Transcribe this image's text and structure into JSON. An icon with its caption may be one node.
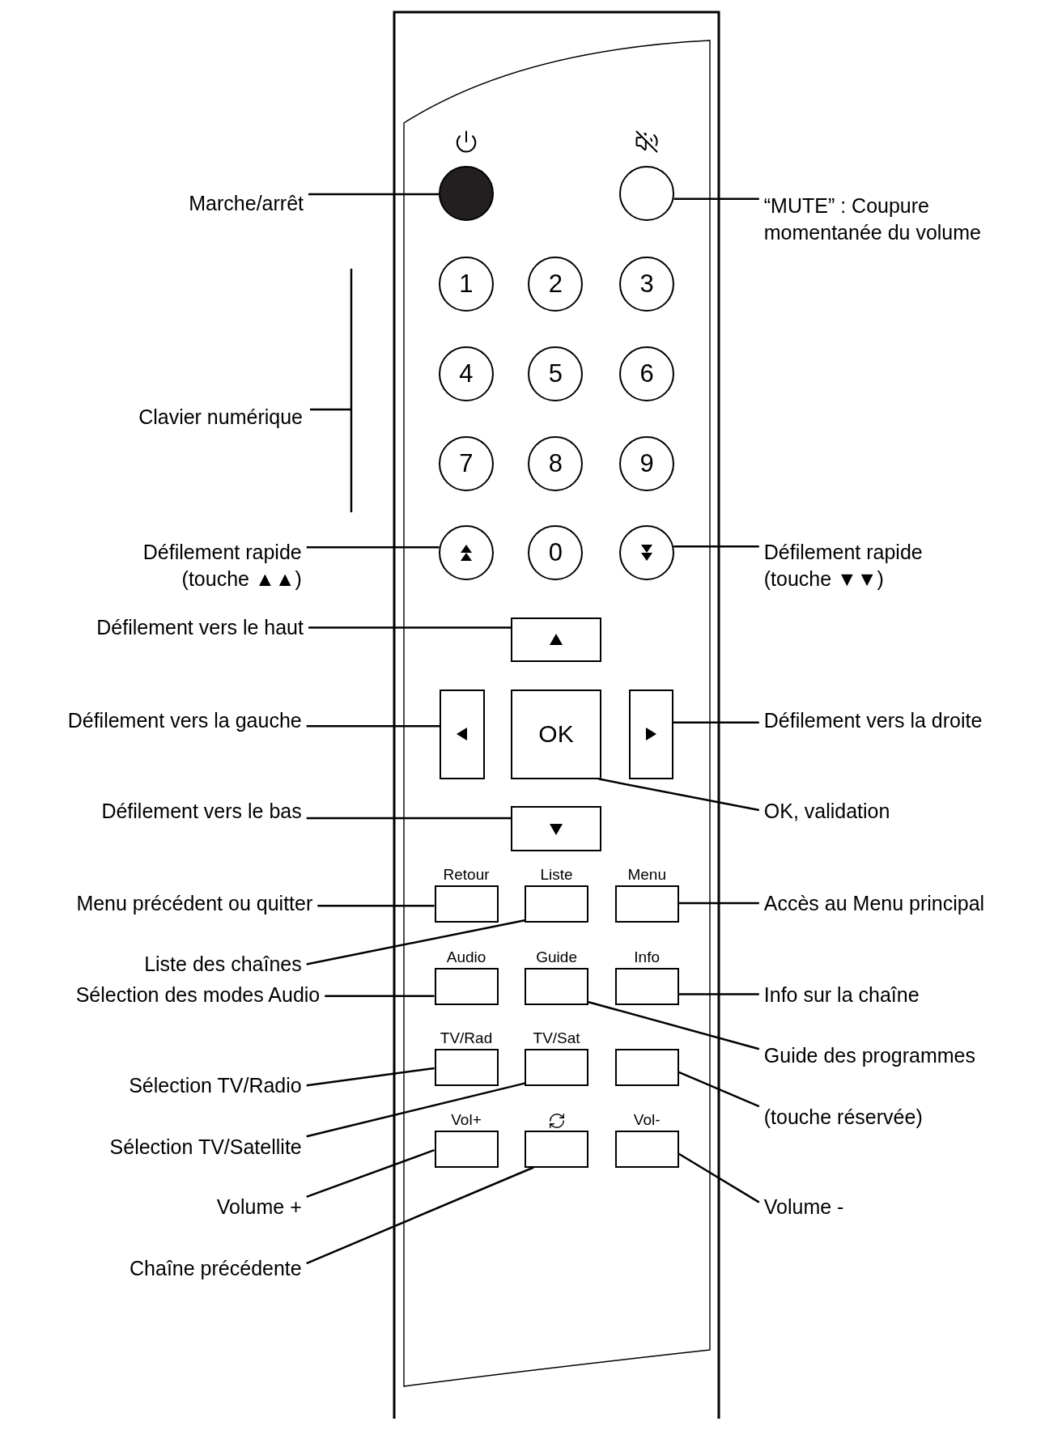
{
  "diagram": {
    "nodes": [
      {
        "text": [
          "Marche/arrêt"
        ]
      },
      {
        "text": [],
        "shape": "circle"
      },
      {
        "text": [],
        "shape": "circle"
      },
      {
        "text": [
          "“MUTE” : Coupure momentanée du volume"
        ]
      },
      {
        "text": [
          "1"
        ]
      },
      {
        "text": [
          "2"
        ]
      },
      {
        "text": [
          "3"
        ]
      },
      {
        "text": [
          "4"
        ]
      },
      {
        "text": [
          "5"
        ]
      },
      {
        "text": [
          "6"
        ]
      },
      {
        "text": [
          "7"
        ]
      },
      {
        "text": [
          "8"
        ]
      },
      {
        "text": [
          "9"
        ]
      },
      {
        "text": [
          "Défilement rapide (touche ▲▲)"
        ]
      },
      {
        "text": [],
        "shape": "circle"
      },
      {
        "text": [
          "0"
        ]
      },
      {
        "text": [],
        "shape": "circle"
      },
      {
        "text": [
          "Défilement rapide (touche ▼▼)"
        ]
      },
      {
        "text": [
          "Défilement vers le haut"
        ]
      },
      {
        "text": [],
        "shape": "box"
      },
      {
        "text": [
          "Défilement vers la gauche"
        ]
      },
      {
        "text": [],
        "shape": "box"
      },
      {
        "text": [
          "OK"
        ]
      },
      {
        "text": [],
        "shape": "box"
      },
      {
        "text": [
          "Défilement vers la droite"
        ]
      },
      {
        "text": [
          "Défilement vers le bas"
        ]
      },
      {
        "text": [],
        "shape": "box"
      },
      {
        "text": [
          "OK, validation"
        ]
      },
      {
        "text": [
          "Menu précédent ou quitter"
        ]
      },
      {
        "text": [
          "Retour"
        ]
      },
      {
        "text": [
          "Liste"
        ]
      },
      {
        "text": [
          "Menu"
        ]
      },
      {
        "text": [
          "Accès au Menu principal"
        ]
      },
      {
        "text": [
          "Liste des chaînes"
        ]
      },
      {
        "text": [
          "Sélection des modes Audio"
        ]
      },
      {
        "text": [
          "Audio"
        ]
      },
      {
        "text": [
          "Guide"
        ]
      },
      {
        "text": [
          "Info"
        ]
      },
      {
        "text": [
          "Info sur la chaîne"
        ]
      },
      {
        "text": [
          "Guide des programmes"
        ]
      },
      {
        "text": [
          "Sélection TV/Radio"
        ]
      },
      {
        "text": [
          "TV/Rad"
        ]
      },
      {
        "text": [
          "TV/Sat"
        ]
      },
      {
        "text": [],
        "shape": "box"
      },
      {
        "text": [
          "(touche réservée)"
        ]
      },
      {
        "text": [
          "Sélection TV/Satellite"
        ]
      },
      {
        "text": [
          "Vol+"
        ]
      },
      {
        "text": [],
        "shape": "box"
      },
      {
        "text": [
          "Vol-"
        ]
      },
      {
        "text": [
          "Volume +"
        ]
      },
      {
        "text": [
          "Volume -"
        ]
      },
      {
        "text": [
          "Chaîne précédente"
        ]
      }
    ],
    "edges": [
      {
        "from": 0,
        "to": 1,
        "arrow": "none"
      },
      {
        "from": 3,
        "to": 2,
        "arrow": "none"
      },
      {
        "from": 13,
        "to": 14,
        "arrow": "none"
      },
      {
        "from": 17,
        "to": 16,
        "arrow": "none"
      },
      {
        "from": 18,
        "to": 19,
        "arrow": "none"
      },
      {
        "from": 20,
        "to": 21,
        "arrow": "none"
      },
      {
        "from": 24,
        "to": 23,
        "arrow": "none"
      },
      {
        "from": 25,
        "to": 26,
        "arrow": "none"
      },
      {
        "from": 27,
        "to": 22,
        "arrow": "none"
      },
      {
        "from": 28,
        "to": 29,
        "arrow": "none"
      },
      {
        "from": 33,
        "to": 30,
        "arrow": "none"
      },
      {
        "from": 32,
        "to": 31,
        "arrow": "none"
      },
      {
        "from": 34,
        "to": 35,
        "arrow": "none"
      },
      {
        "from": 38,
        "to": 37,
        "arrow": "none"
      },
      {
        "from": 39,
        "to": 36,
        "arrow": "none"
      },
      {
        "from": 40,
        "to": 41,
        "arrow": "none"
      },
      {
        "from": 45,
        "to": 42,
        "arrow": "none"
      },
      {
        "from": 44,
        "to": 43,
        "arrow": "none"
      },
      {
        "from": 49,
        "to": 46,
        "arrow": "none"
      },
      {
        "from": 51,
        "to": 47,
        "arrow": "none"
      },
      {
        "from": 50,
        "to": 48,
        "arrow": "none"
      }
    ],
    "labels": [
      "Clavier numérique"
    ]
  }
}
